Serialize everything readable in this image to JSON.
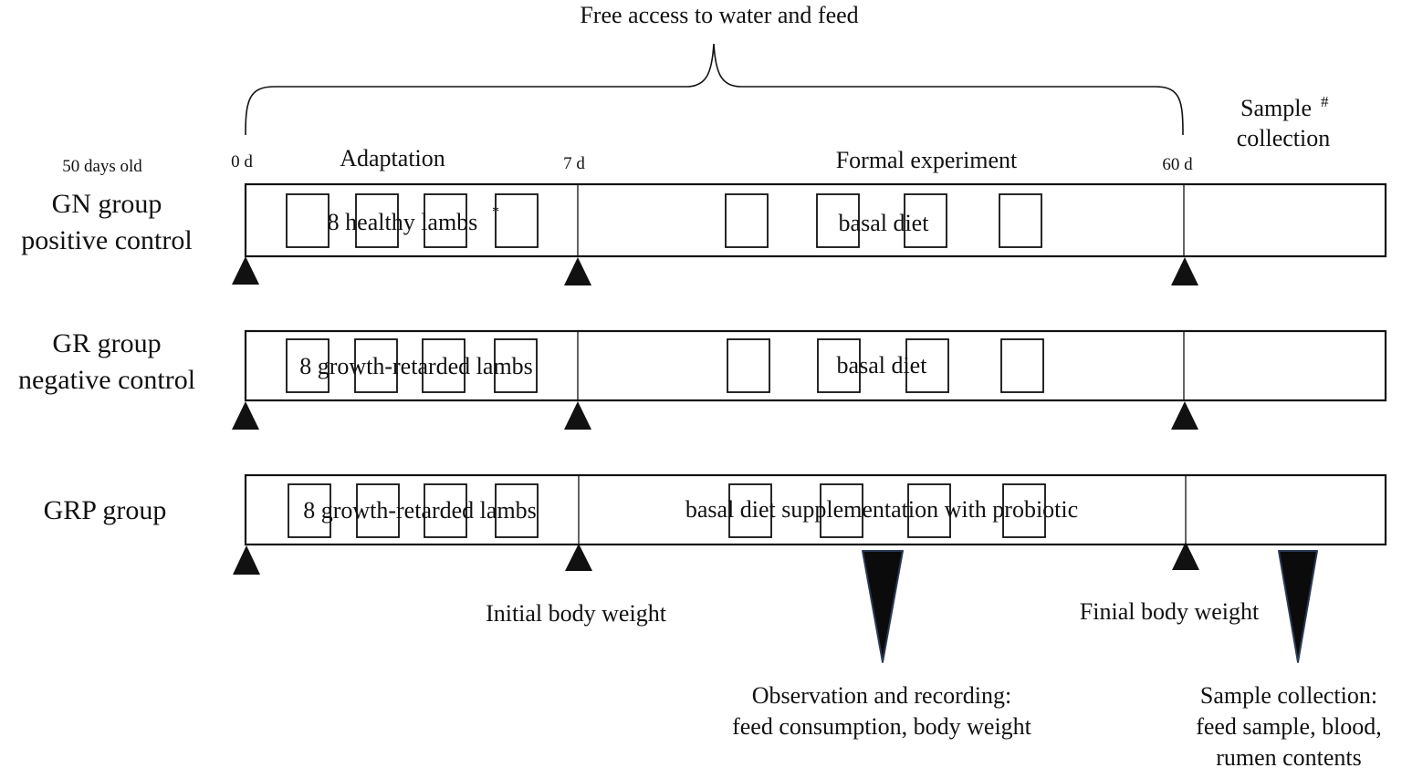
{
  "top_label": "Free access to water and feed",
  "age_label": "50 days old",
  "timepoints": {
    "d0": "0 d",
    "d7": "7 d",
    "d60": "60 d"
  },
  "phases": {
    "adaptation": "Adaptation",
    "formal": "Formal experiment"
  },
  "sample_header": {
    "line1": "Sample",
    "marker": "#",
    "line2": "collection"
  },
  "groups": [
    {
      "name": "GN group",
      "role": "positive control",
      "adaptation_text": "8 healthy lambs",
      "adaptation_marker": "*",
      "formal_text": "basal diet"
    },
    {
      "name": "GR group",
      "role": "negative control",
      "adaptation_text": "8 growth-retarded lambs",
      "adaptation_marker": "",
      "formal_text": "basal diet"
    },
    {
      "name": "GRP group",
      "role": "",
      "adaptation_text": "8 growth-retarded lambs",
      "adaptation_marker": "",
      "formal_text": "basal diet supplementation with probiotic"
    }
  ],
  "annotations": {
    "initial_weight": "Initial body weight",
    "final_weight": "Finial body weight",
    "observation": {
      "line1": "Observation and recording:",
      "line2": "feed consumption, body weight"
    },
    "sample_collection": {
      "line1": "Sample collection:",
      "line2": "feed sample, blood,",
      "line3": "rumen contents"
    }
  },
  "colors": {
    "ink": "#111111",
    "pointer_fill": "#0b0b0b",
    "pointer_edge": "#2b3a55"
  }
}
